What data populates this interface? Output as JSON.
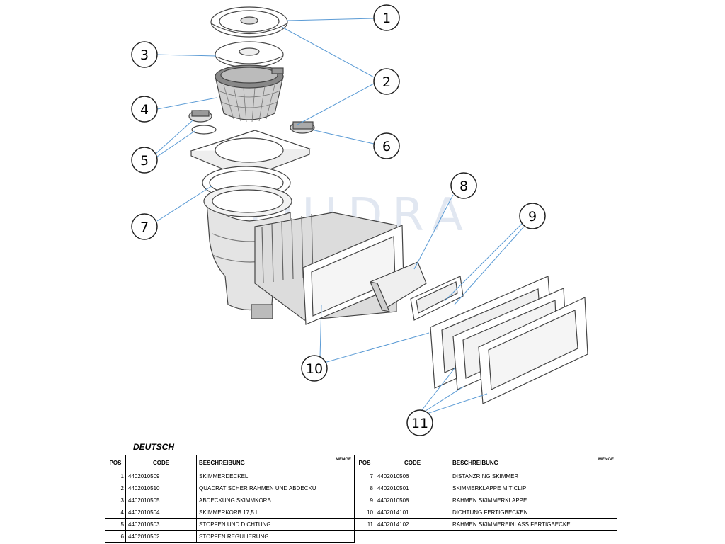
{
  "watermark": "FLUIDRA",
  "callouts": [
    "1",
    "2",
    "3",
    "4",
    "5",
    "6",
    "7",
    "8",
    "9",
    "10",
    "11"
  ],
  "language": "DEUTSCH",
  "table": {
    "headers": {
      "pos": "POS",
      "code": "CODE",
      "description": "BESCHREIBUNG",
      "qty": "MENGE"
    },
    "rows": [
      {
        "left": {
          "pos": "1",
          "code": "4402010509",
          "desc": "SKIMMERDECKEL"
        },
        "right": {
          "pos": "7",
          "code": "4402010506",
          "desc": "DISTANZRING SKIMMER"
        }
      },
      {
        "left": {
          "pos": "2",
          "code": "4402010510",
          "desc": "QUADRATISCHER RAHMEN UND ABDECKU"
        },
        "right": {
          "pos": "8",
          "code": "4402010501",
          "desc": "SKIMMERKLAPPE MIT CLIP"
        }
      },
      {
        "left": {
          "pos": "3",
          "code": "4402010505",
          "desc": "ABDECKUNG SKIMMKORB"
        },
        "right": {
          "pos": "9",
          "code": "4402010508",
          "desc": "RAHMEN SKIMMERKLAPPE"
        }
      },
      {
        "left": {
          "pos": "4",
          "code": "4402010504",
          "desc": "SKIMMERKORB 17,5 L"
        },
        "right": {
          "pos": "10",
          "code": "4402014101",
          "desc": "DICHTUNG FERTIGBECKEN"
        }
      },
      {
        "left": {
          "pos": "5",
          "code": "4402010503",
          "desc": "STOPFEN UND DICHTUNG"
        },
        "right": {
          "pos": "11",
          "code": "4402014102",
          "desc": "RAHMEN SKIMMEREINLASS FERTIGBECKE"
        }
      },
      {
        "left": {
          "pos": "6",
          "code": "4402010502",
          "desc": "STOPFEN REGULIERUNG"
        },
        "right": null
      }
    ]
  }
}
